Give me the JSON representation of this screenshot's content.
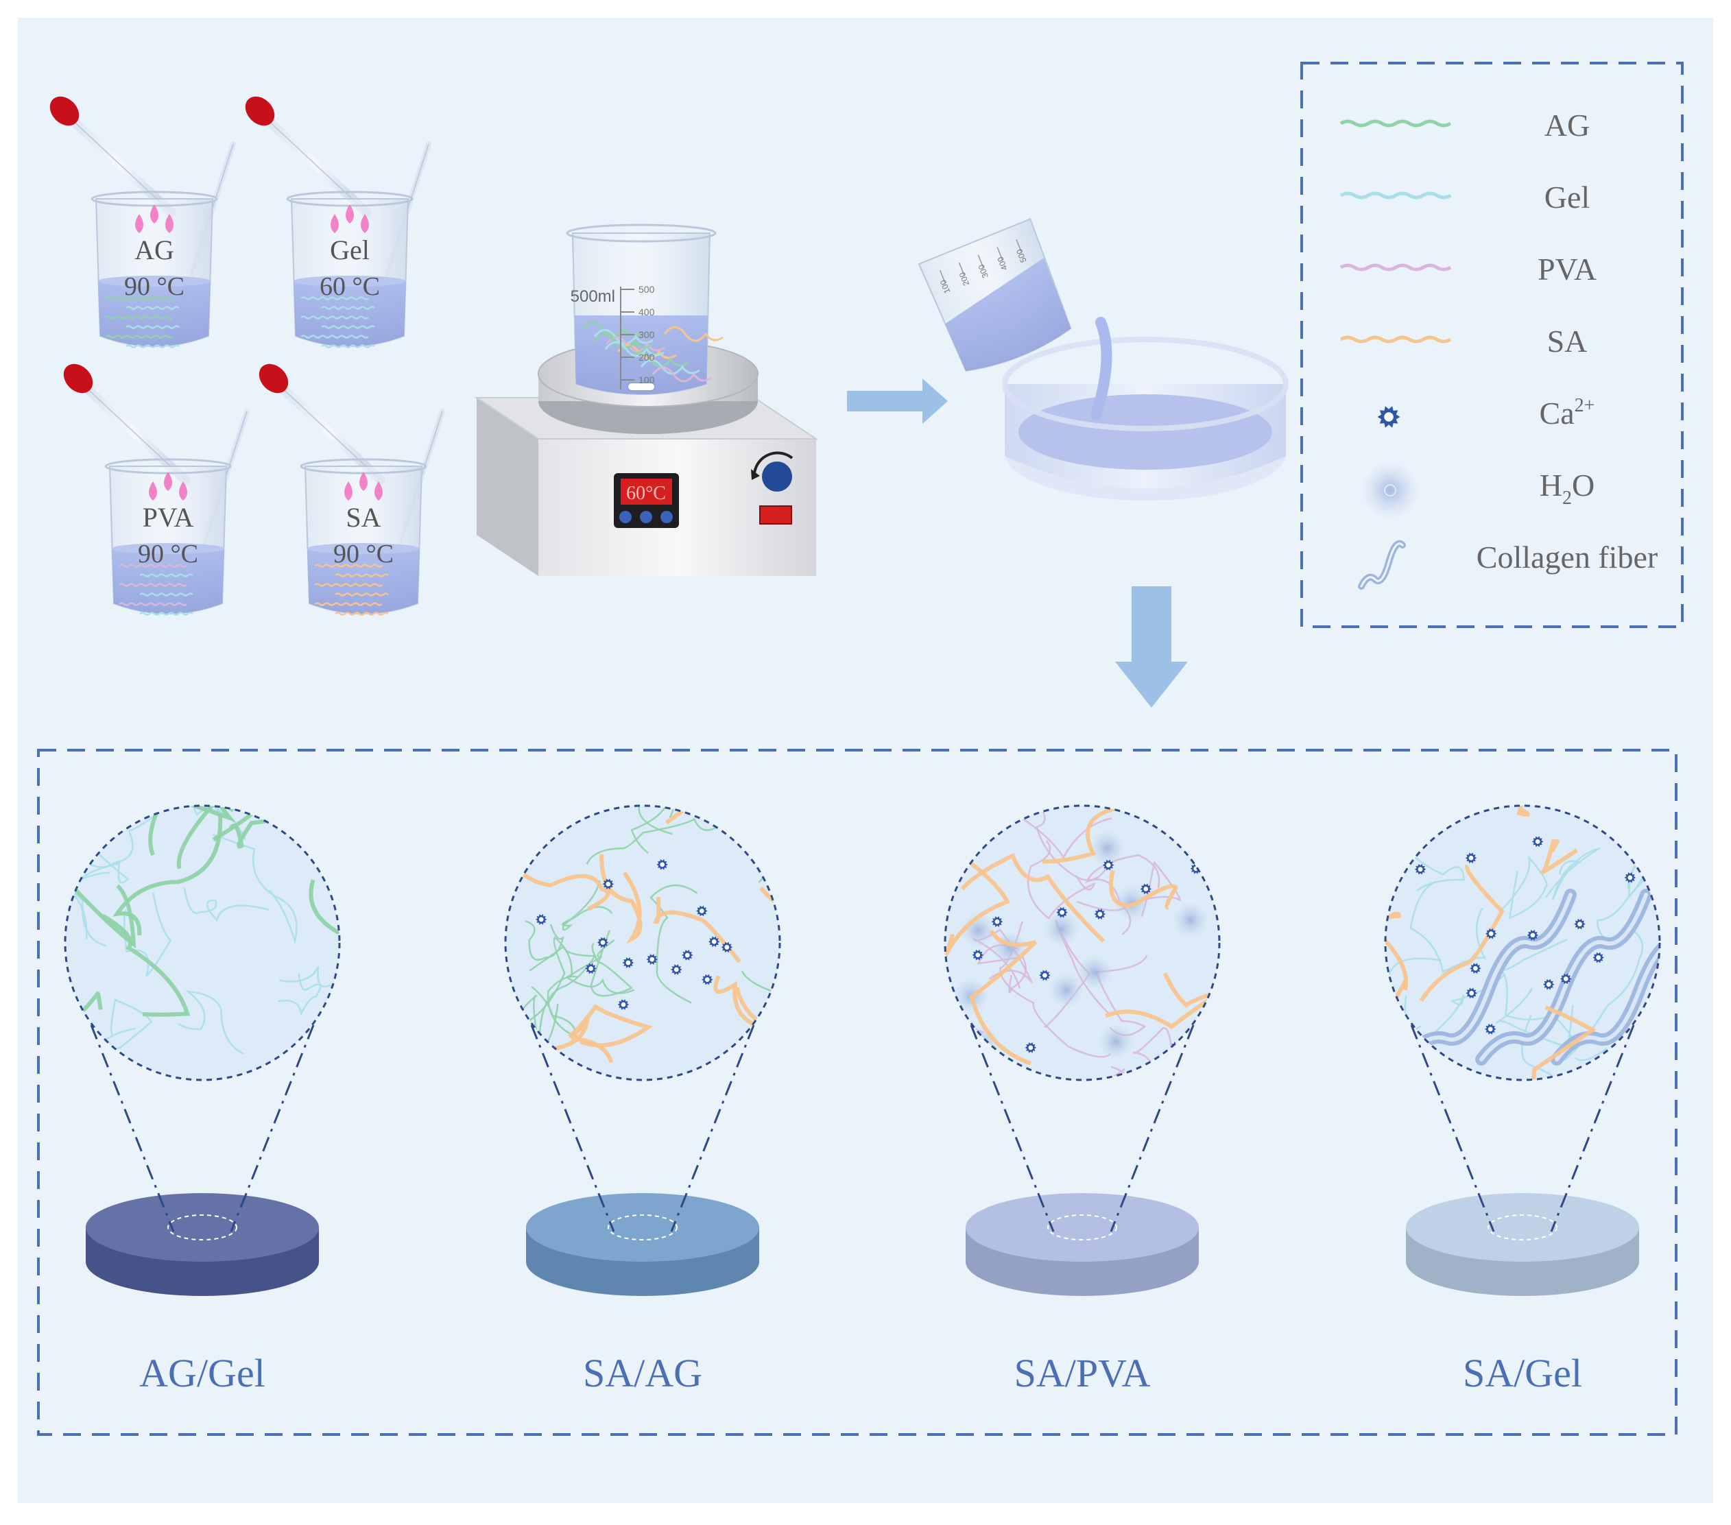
{
  "colors": {
    "background": "#eaf2fa",
    "frame": "#4a6fb5",
    "AG": "#8fd3a8",
    "Gel": "#a9dfea",
    "PVA": "#d9b7d9",
    "SA": "#f7c48e",
    "Ca": "#2f55a8",
    "liquid": "#9fb0e6",
    "arrow": "#9dc0e6",
    "label": "#4a6fb5"
  },
  "beakers": [
    {
      "name": "AG",
      "temp": "90 °C"
    },
    {
      "name": "Gel",
      "temp": "60 °C"
    },
    {
      "name": "PVA",
      "temp": "90 °C"
    },
    {
      "name": "SA",
      "temp": "90 °C"
    }
  ],
  "stirrer": {
    "beaker_volume": "500ml",
    "scale": [
      "500",
      "400",
      "300",
      "200",
      "100"
    ],
    "display": "60°C"
  },
  "pour_beaker_scale": [
    "100",
    "200",
    "300",
    "400",
    "500"
  ],
  "legend": {
    "items": [
      {
        "label": "AG",
        "symbol": "wave-AG"
      },
      {
        "label": "Gel",
        "symbol": "wave-Gel"
      },
      {
        "label": "PVA",
        "symbol": "wave-PVA"
      },
      {
        "label": "SA",
        "symbol": "wave-SA"
      },
      {
        "label": "Ca",
        "sup": "2+",
        "symbol": "star-icon"
      },
      {
        "label": "H",
        "sub": "2",
        "label_tail": "O",
        "symbol": "water-blob-icon"
      },
      {
        "label": "Collagen fiber",
        "symbol": "fiber-icon"
      }
    ]
  },
  "films": [
    {
      "label": "AG/Gel",
      "disc_color": "#4f5f9c"
    },
    {
      "label": "SA/AG",
      "disc_color": "#6d99c7"
    },
    {
      "label": "SA/PVA",
      "disc_color": "#aab8e0"
    },
    {
      "label": "SA/Gel",
      "disc_color": "#b5cbe4"
    }
  ]
}
